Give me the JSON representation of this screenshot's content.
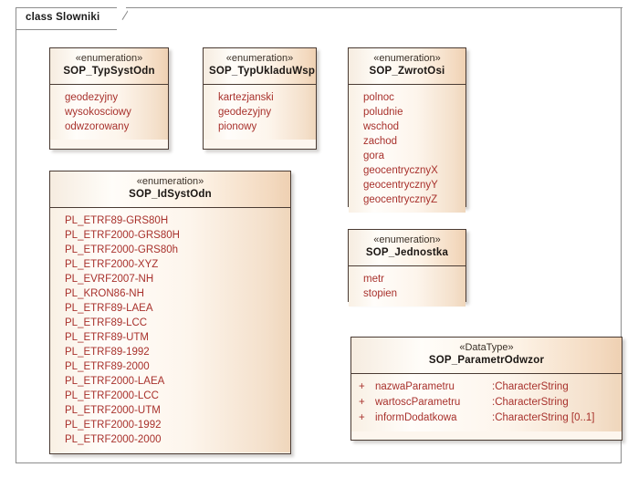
{
  "frame": {
    "label": "class Slowniki"
  },
  "palette": {
    "literal_text": "#a8312c",
    "class_name_text": "#1b1613",
    "stereotype_text": "#3a3027",
    "box_border": "#4a3b33",
    "frame_border": "#8c8c8c",
    "box_fill_light": "#fffdfa",
    "box_fill_peach": "#efd6bb"
  },
  "classes": [
    {
      "id": "typsystodn",
      "stereotype": "«enumeration»",
      "name": "SOP_TypSystOdn",
      "literals": [
        "geodezyjny",
        "wysokosciowy",
        "odwzorowany"
      ]
    },
    {
      "id": "typukladuwsp",
      "stereotype": "«enumeration»",
      "name": "SOP_TypUkladuWsp",
      "literals": [
        "kartezjanski",
        "geodezyjny",
        "pionowy"
      ]
    },
    {
      "id": "zwrotosi",
      "stereotype": "«enumeration»",
      "name": "SOP_ZwrotOsi",
      "literals": [
        "polnoc",
        "poludnie",
        "wschod",
        "zachod",
        "gora",
        "geocentrycznyX",
        "geocentrycznyY",
        "geocentrycznyZ"
      ]
    },
    {
      "id": "idsystodn",
      "stereotype": "«enumeration»",
      "name": "SOP_IdSystOdn",
      "literals": [
        "PL_ETRF89-GRS80H",
        "PL_ETRF2000-GRS80H",
        "PL_ETRF2000-GRS80h",
        "PL_ETRF2000-XYZ",
        "PL_EVRF2007-NH",
        "PL_KRON86-NH",
        "PL_ETRF89-LAEA",
        "PL_ETRF89-LCC",
        "PL_ETRF89-UTM",
        "PL_ETRF89-1992",
        "PL_ETRF89-2000",
        "PL_ETRF2000-LAEA",
        "PL_ETRF2000-LCC",
        "PL_ETRF2000-UTM",
        "PL_ETRF2000-1992",
        "PL_ETRF2000-2000"
      ]
    },
    {
      "id": "jednostka",
      "stereotype": "«enumeration»",
      "name": "SOP_Jednostka",
      "literals": [
        "metr",
        "stopien"
      ]
    },
    {
      "id": "parametrodwzor",
      "stereotype": "«DataType»",
      "name": "SOP_ParametrOdwzor",
      "attributes": [
        {
          "visibility": "+",
          "name": "nazwaParametru",
          "type": ":CharacterString"
        },
        {
          "visibility": "+",
          "name": "wartoscParametru",
          "type": ":CharacterString"
        },
        {
          "visibility": "+",
          "name": "informDodatkowa",
          "type": ":CharacterString [0..1]"
        }
      ]
    }
  ]
}
